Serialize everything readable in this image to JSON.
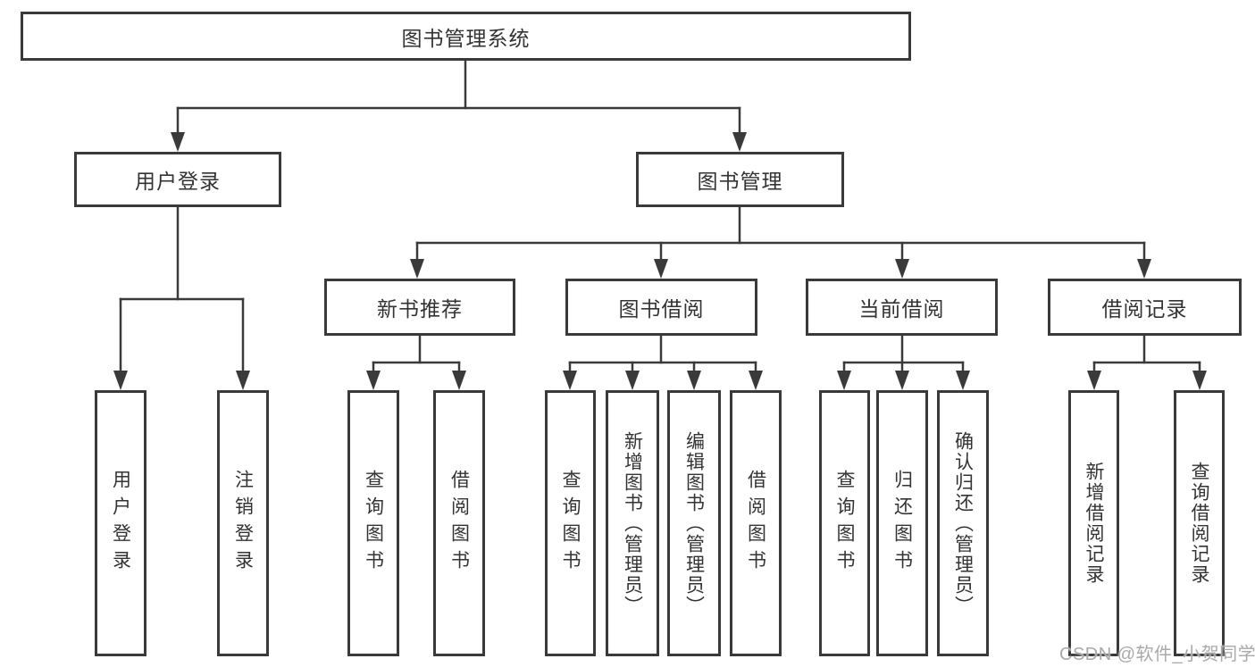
{
  "diagram": {
    "title": "图书管理系统",
    "watermark": "CSDN @软件_小贺同学",
    "colors": {
      "line": "#3a3a3a",
      "text": "#333333",
      "background": "#ffffff",
      "watermark": "#a9a9a9"
    },
    "nodes": {
      "root": {
        "label": "图书管理系统"
      },
      "user_login": {
        "label": "用户登录"
      },
      "book_mgmt": {
        "label": "图书管理"
      },
      "new_books": {
        "label": "新书推荐"
      },
      "book_borrow": {
        "label": "图书借阅"
      },
      "current_borrow": {
        "label": "当前借阅"
      },
      "borrow_records": {
        "label": "借阅记录"
      },
      "leaf_user_login": {
        "label": "用户登录"
      },
      "leaf_logout": {
        "label": "注销登录"
      },
      "leaf_nb_query": {
        "label": "查询图书"
      },
      "leaf_nb_borrow": {
        "label": "借阅图书"
      },
      "leaf_bb_query": {
        "label": "查询图书"
      },
      "leaf_bb_add": {
        "label": "新增图书（管理员）"
      },
      "leaf_bb_edit": {
        "label": "编辑图书（管理员）"
      },
      "leaf_bb_borrow": {
        "label": "借阅图书"
      },
      "leaf_cb_query": {
        "label": "查询图书"
      },
      "leaf_cb_return": {
        "label": "归还图书"
      },
      "leaf_cb_confirm": {
        "label": "确认归还（管理员）"
      },
      "leaf_br_add": {
        "label": "新增借阅记录"
      },
      "leaf_br_query": {
        "label": "查询借阅记录"
      }
    }
  }
}
